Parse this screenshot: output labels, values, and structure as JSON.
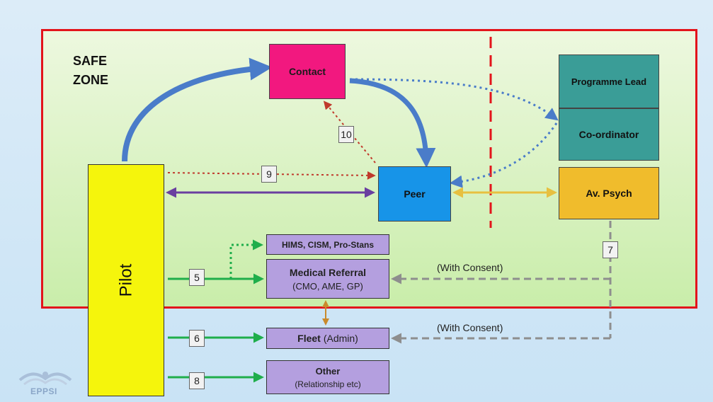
{
  "zone": {
    "line1": "SAFE",
    "line2": "ZONE"
  },
  "boxes": {
    "contact": "Contact",
    "programme_lead": "Programme Lead",
    "coordinator": "Co-ordinator",
    "peer": "Peer",
    "av_psych": "Av. Psych",
    "pilot": "Pilot",
    "hims": "HIMS, CISM, Pro-Stans",
    "medical_referral": "Medical Referral",
    "medical_referral_sub": "(CMO, AME, GP)",
    "fleet": "Fleet",
    "fleet_sub": "(Admin)",
    "other": "Other",
    "other_sub": "(Relationship etc)"
  },
  "numbers": {
    "n10": "10",
    "n9": "9",
    "n5": "5",
    "n6": "6",
    "n8": "8",
    "n7": "7"
  },
  "consent": {
    "upper": "(With Consent)",
    "lower": "(With Consent)"
  },
  "logo": {
    "text": "EPPSI"
  },
  "colors": {
    "safe_zone_border": "#e3141b",
    "contact": "#f2187f",
    "teal": "#3a9d97",
    "peer": "#1794e8",
    "av_psych": "#f0bc2c",
    "pilot": "#f5f50c",
    "lavender": "#b49fdf",
    "blue_arrow": "#4a7cc9",
    "green_arrow": "#1fae4b",
    "purple_arrow": "#6a3fa0",
    "gold_arrow": "#e7c040",
    "red_dotted": "#c0392b",
    "grey_dashed": "#8e8e8e"
  }
}
